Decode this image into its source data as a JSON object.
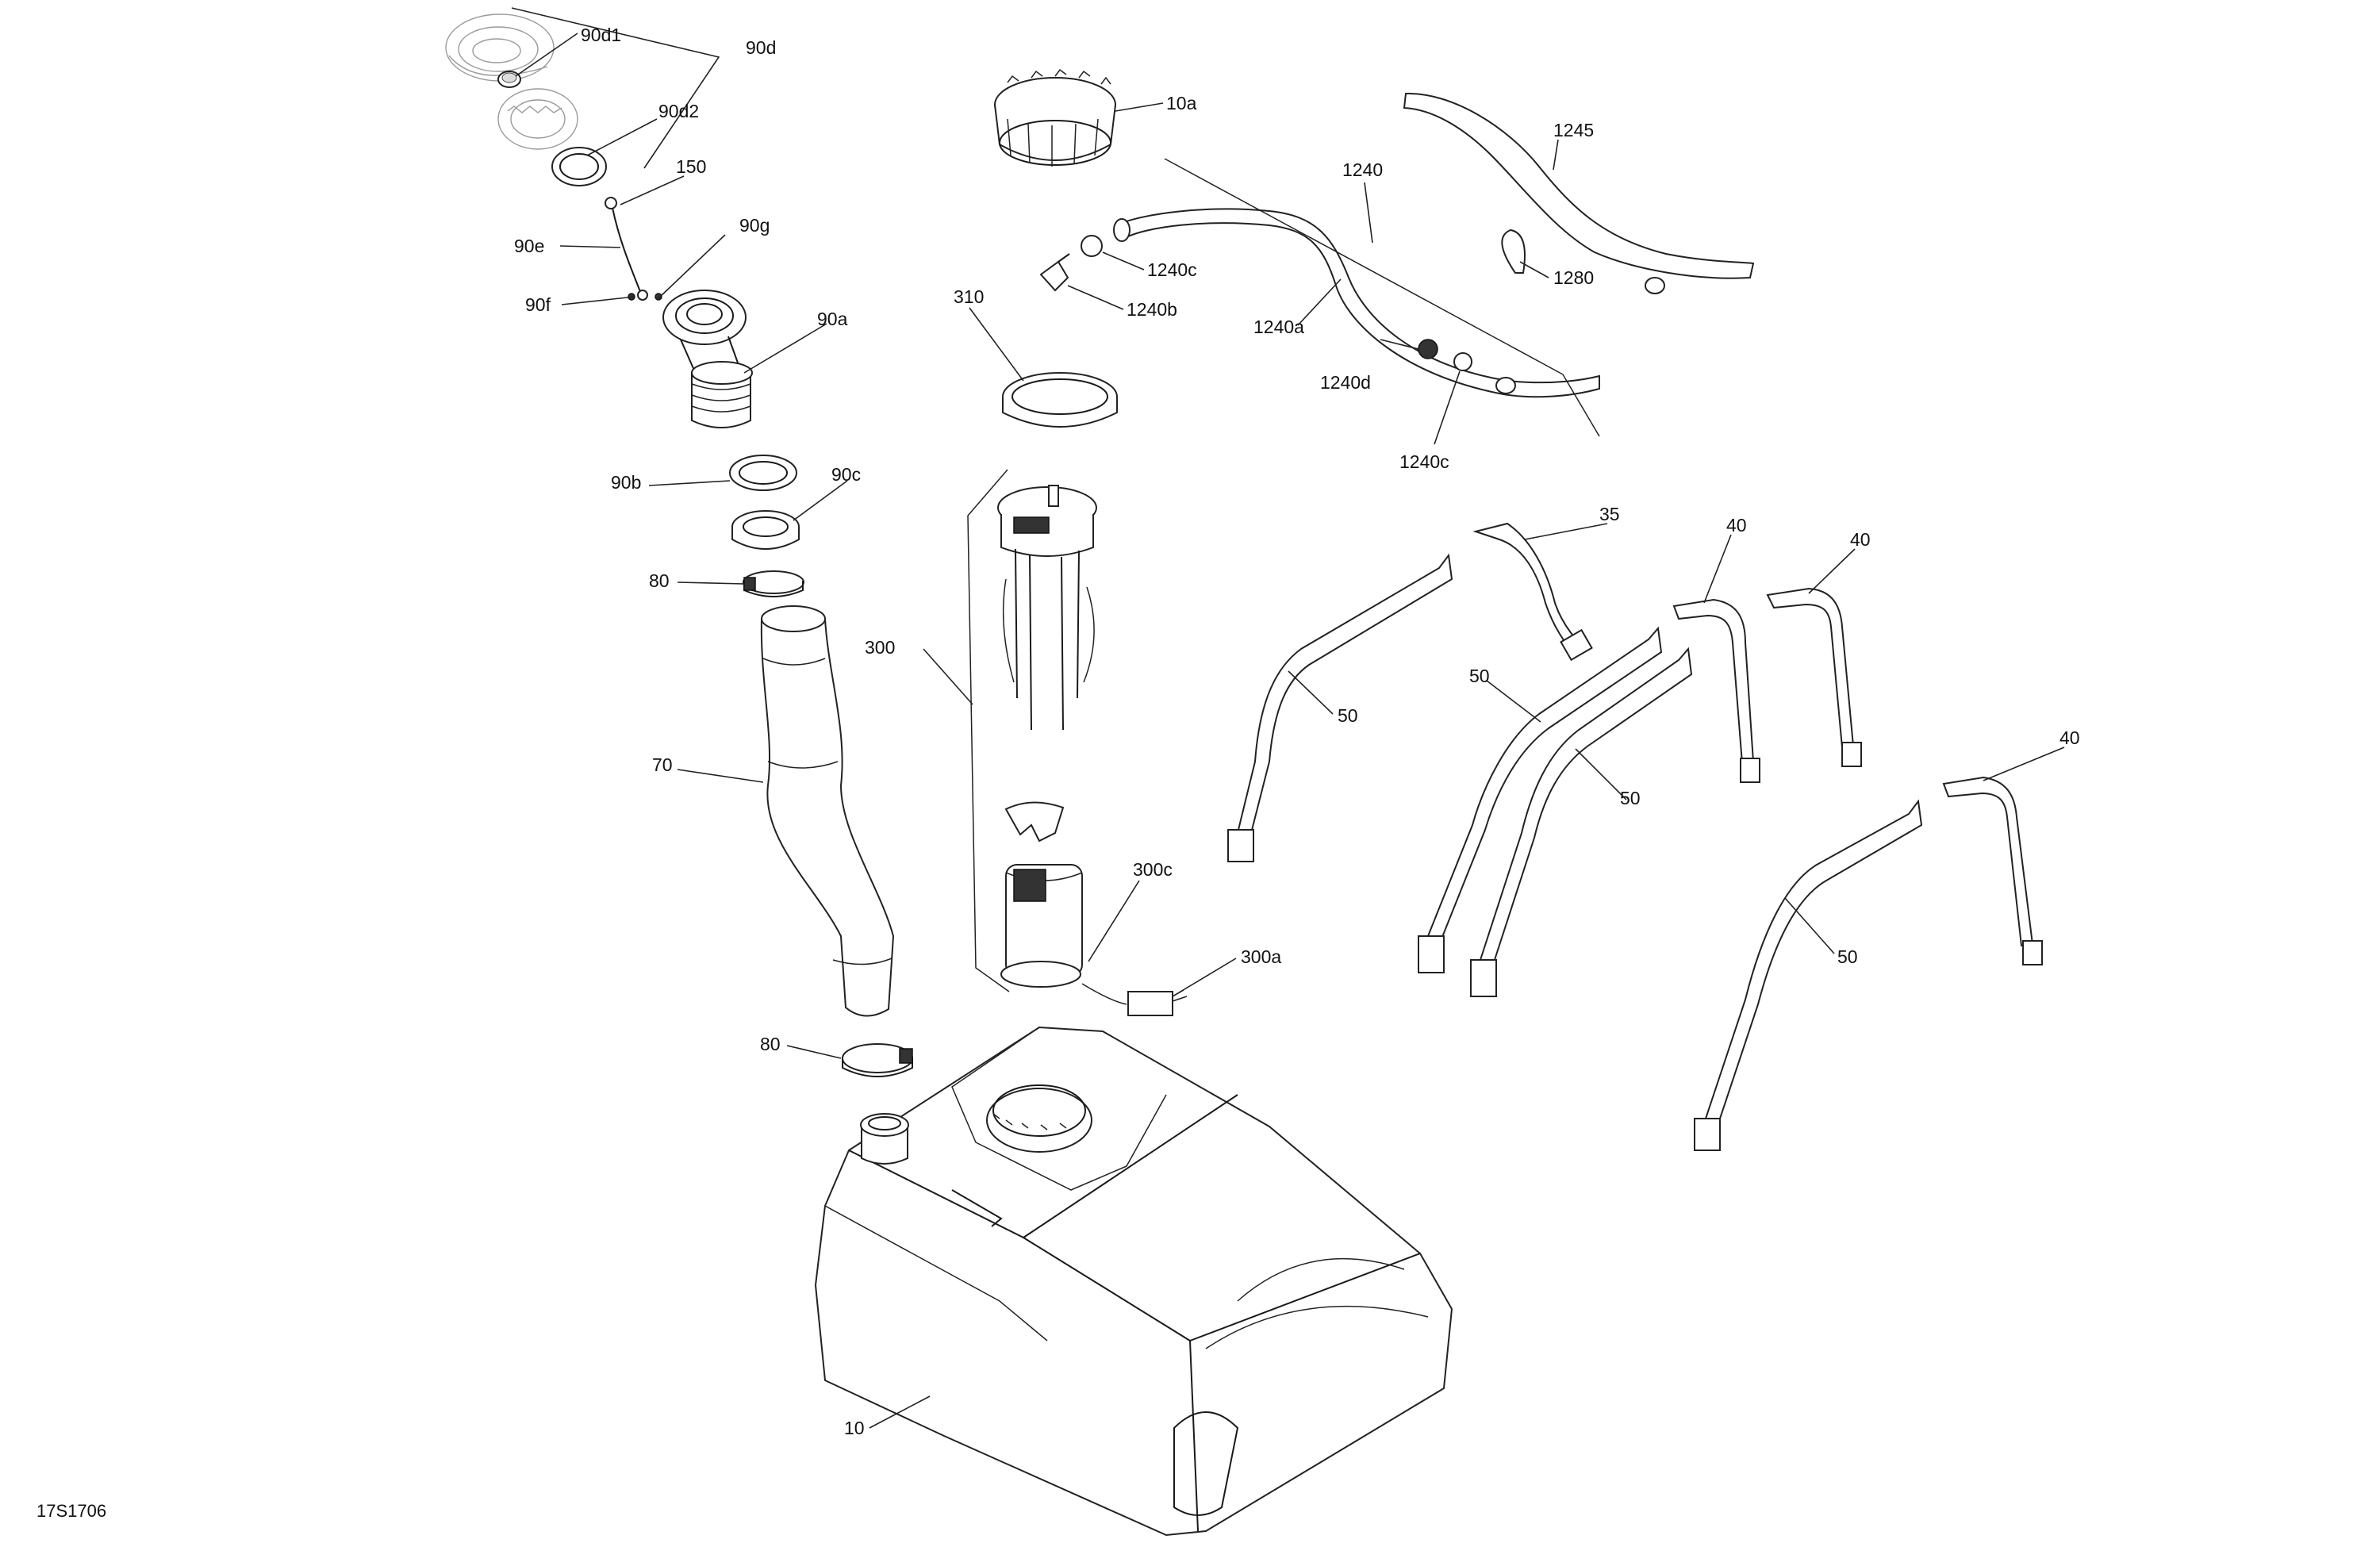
{
  "document": {
    "code": "17S1706"
  },
  "labels": [
    {
      "key": "90d1",
      "text": "90d1"
    },
    {
      "key": "90d",
      "text": "90d"
    },
    {
      "key": "90d2",
      "text": "90d2"
    },
    {
      "key": "150",
      "text": "150"
    },
    {
      "key": "90g",
      "text": "90g"
    },
    {
      "key": "90e",
      "text": "90e"
    },
    {
      "key": "90f",
      "text": "90f"
    },
    {
      "key": "90a",
      "text": "90a"
    },
    {
      "key": "90b",
      "text": "90b"
    },
    {
      "key": "90c",
      "text": "90c"
    },
    {
      "key": "80_top",
      "text": "80"
    },
    {
      "key": "70",
      "text": "70"
    },
    {
      "key": "80_bottom",
      "text": "80"
    },
    {
      "key": "10",
      "text": "10"
    },
    {
      "key": "10a",
      "text": "10a"
    },
    {
      "key": "310",
      "text": "310"
    },
    {
      "key": "300",
      "text": "300"
    },
    {
      "key": "300c",
      "text": "300c"
    },
    {
      "key": "300a",
      "text": "300a"
    },
    {
      "key": "1240",
      "text": "1240"
    },
    {
      "key": "1240c_top",
      "text": "1240c"
    },
    {
      "key": "1240b",
      "text": "1240b"
    },
    {
      "key": "1240a",
      "text": "1240a"
    },
    {
      "key": "1240d",
      "text": "1240d"
    },
    {
      "key": "1240c_bottom",
      "text": "1240c"
    },
    {
      "key": "1245",
      "text": "1245"
    },
    {
      "key": "1280",
      "text": "1280"
    },
    {
      "key": "35",
      "text": "35"
    },
    {
      "key": "40_a",
      "text": "40"
    },
    {
      "key": "40_b",
      "text": "40"
    },
    {
      "key": "40_c",
      "text": "40"
    },
    {
      "key": "50_a",
      "text": "50"
    },
    {
      "key": "50_b",
      "text": "50"
    },
    {
      "key": "50_c",
      "text": "50"
    },
    {
      "key": "50_d",
      "text": "50"
    }
  ]
}
